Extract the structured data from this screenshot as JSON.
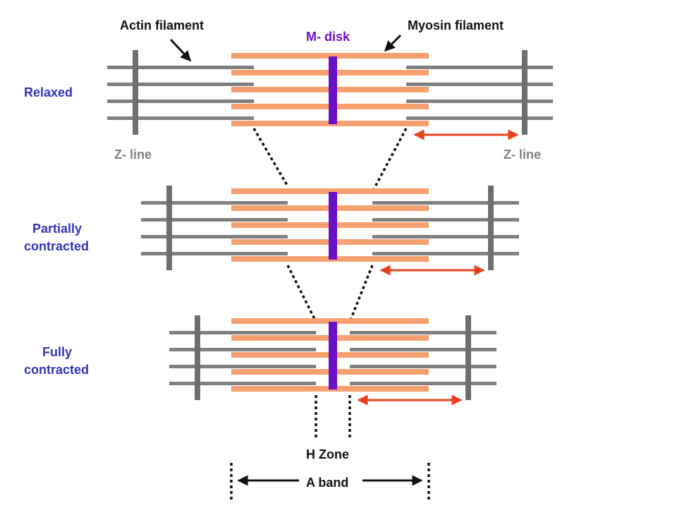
{
  "labels": {
    "actin": "Actin filament",
    "myosin": "Myosin filament",
    "m_disk": "M- disk",
    "z_line_left": "Z- line",
    "z_line_right": "Z- line",
    "relaxed": "Relaxed",
    "partially_line1": "Partially",
    "partially_line2": "contracted",
    "fully_line1": "Fully",
    "fully_line2": "contracted",
    "h_zone": "H Zone",
    "a_band": "A band"
  },
  "colors": {
    "myosin": "#F5A06E",
    "actin": "#7F7F7F",
    "z_line": "#6E6E6E",
    "m_disk": "#6A10C6",
    "arrow_red": "#E8401C",
    "state_label": "#3333BB",
    "m_disk_label": "#7010C8",
    "z_label": "#808080",
    "black": "#111111"
  },
  "states": [
    "relaxed",
    "partially contracted",
    "fully contracted"
  ]
}
